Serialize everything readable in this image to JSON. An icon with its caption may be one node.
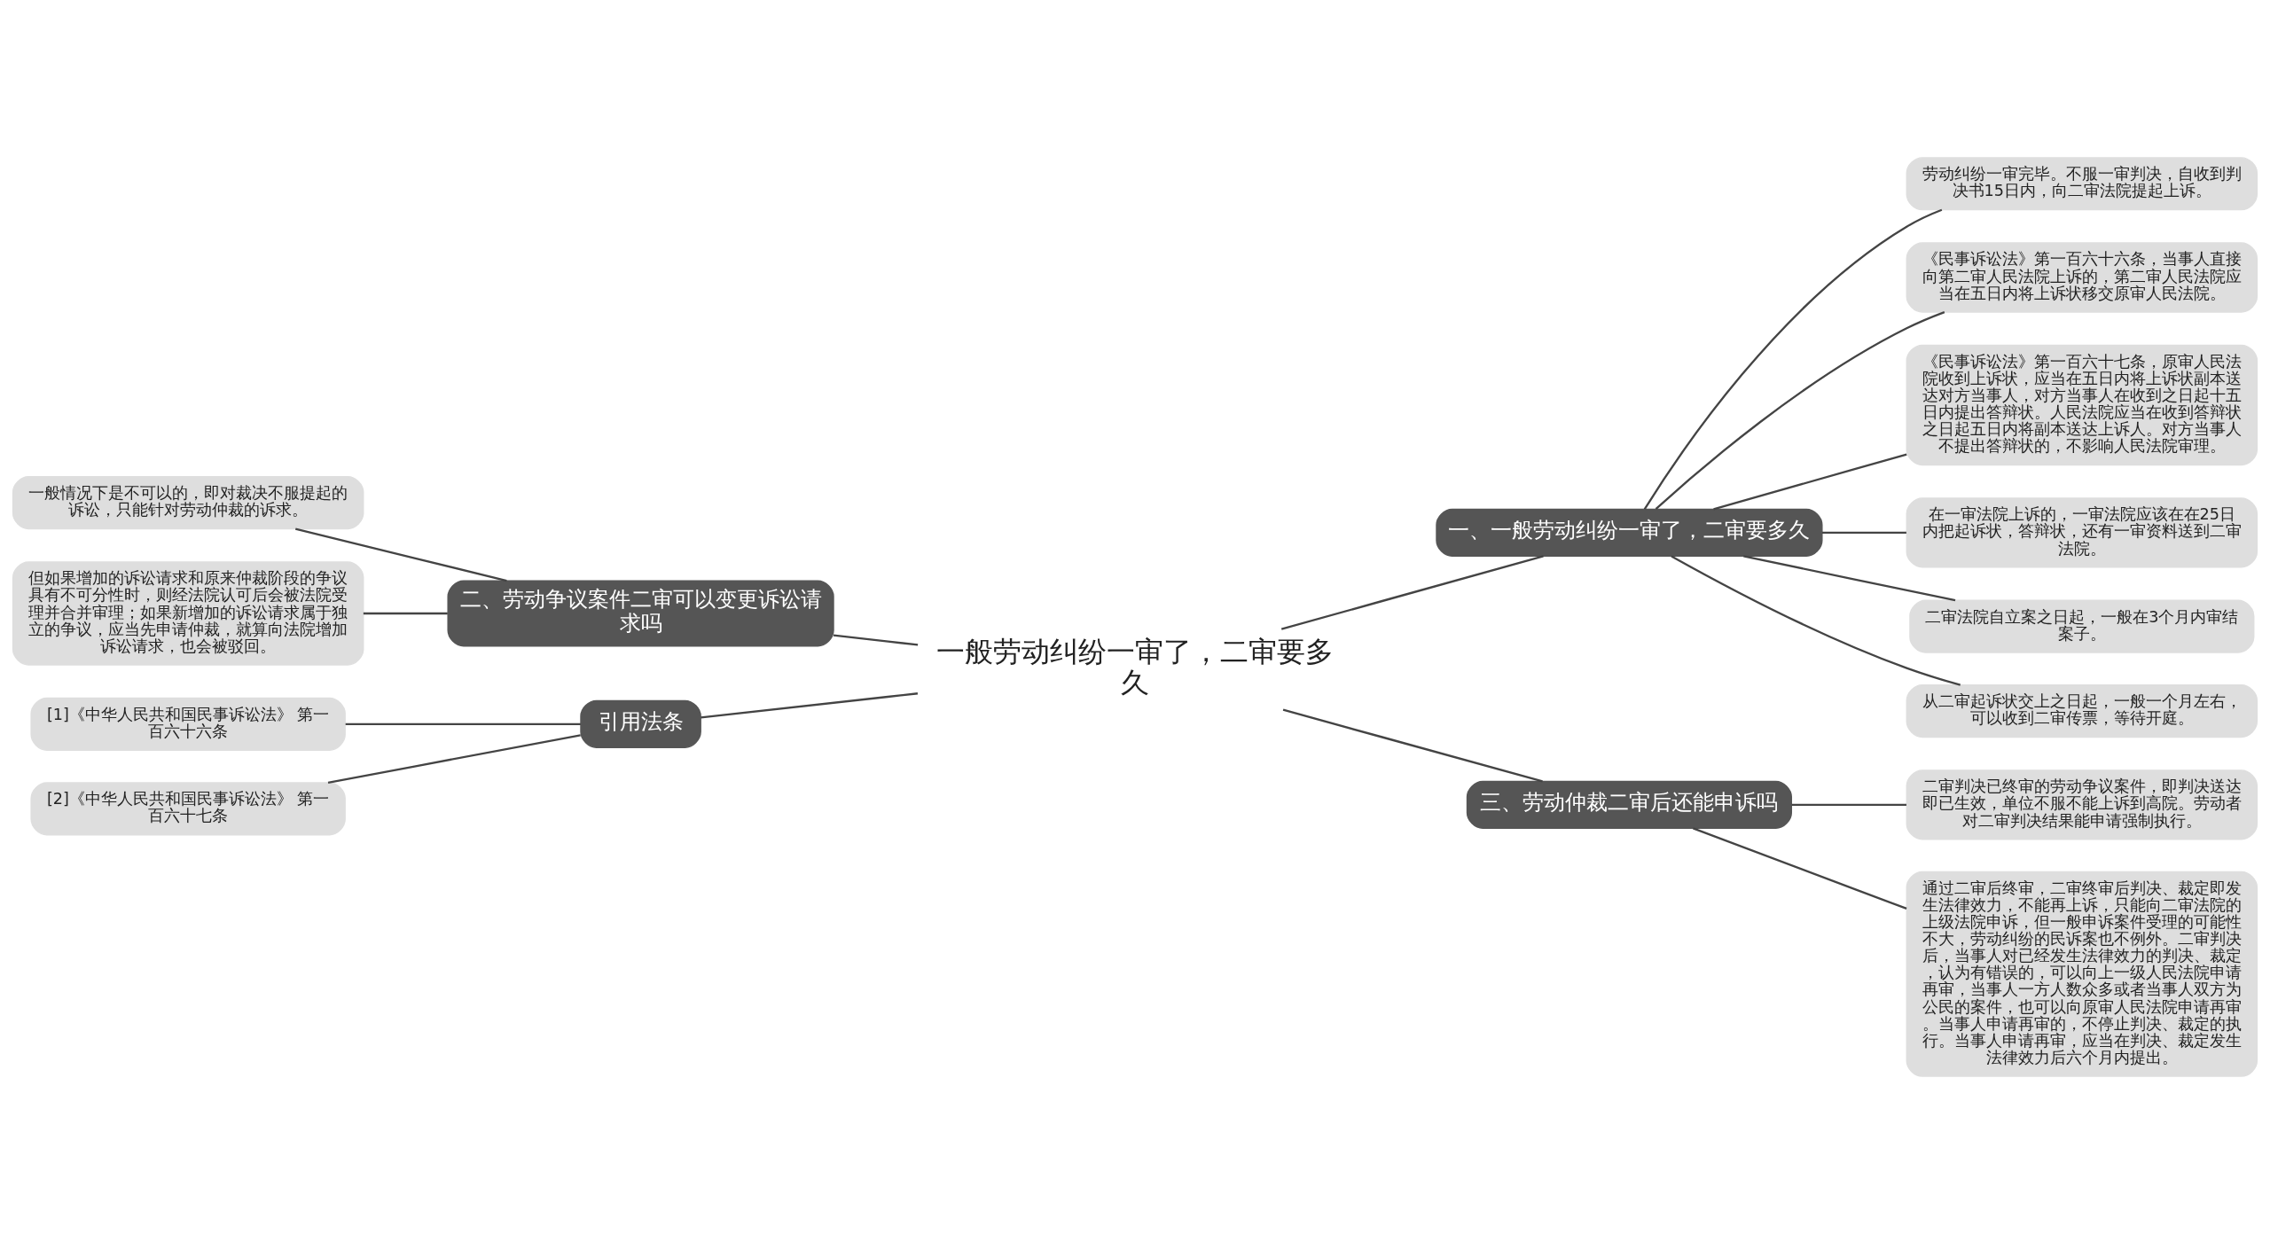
{
  "diagram": {
    "nodes": [
      {
        "text": [
          "一般劳动纠纷一审了，二审要多久"
        ]
      },
      {
        "text": [
          "一、一般劳动纠纷一审了，二审要多久"
        ]
      },
      {
        "text": [
          "劳动纠纷一审完毕。不服一审判决，自收到判决书15日内，向二审法院提起上诉。"
        ]
      },
      {
        "text": [
          "《民事诉讼法》第一百六十六条，当事人直接向第二审人民法院上诉的，第二审人民法院应当在五日内将上诉状移交原审人民法院。"
        ]
      },
      {
        "text": [
          "《民事诉讼法》第一百六十七条，原审人民法院收到上诉状，应当在五日内将上诉状副本送达对方当事人，对方当事人在收到之日起十五日内提出答辩状。人民法院应当在收到答辩状之日起五日内将副本送达上诉人。对方当事人不提出答辩状的，不影响人民法院审理。"
        ]
      },
      {
        "text": [
          "在一审法院上诉的，一审法院应该在在25日内把起诉状，答辩状，还有一审资料送到二审法院。"
        ]
      },
      {
        "text": [
          "二审法院自立案之日起，一般在3个月内审结案子。"
        ]
      },
      {
        "text": [
          "从二审起诉状交上之日起，一般一个月左右，可以收到二审传票，等待开庭。"
        ]
      },
      {
        "text": [
          "二、劳动争议案件二审可以变更诉讼请求吗"
        ]
      },
      {
        "text": [
          "一般情况下是不可以的，即对裁决不服提起的诉讼，只能针对劳动仲裁的诉求。"
        ]
      },
      {
        "text": [
          "但如果增加的诉讼请求和原来仲裁阶段的争议具有不可分性时，则经法院认可后会被法院受理并合并审理；如果新增加的诉讼请求属于独立的争议，应当先申请仲裁，就算向法院增加诉讼请求，也会被驳回。"
        ]
      },
      {
        "text": [
          "引用法条"
        ]
      },
      {
        "text": [
          "[1]《中华人民共和国民事诉讼法》 第一百六十六条"
        ]
      },
      {
        "text": [
          "[2]《中华人民共和国民事诉讼法》 第一百六十七条"
        ]
      },
      {
        "text": [
          "三、劳动仲裁二审后还能申诉吗"
        ]
      },
      {
        "text": [
          "二审判决已终审的劳动争议案件，即判决送达即已生效，单位不服不能上诉到高院。劳动者对二审判决结果能申请强制执行。"
        ]
      },
      {
        "text": [
          "通过二审后终审，二审终审后判决、裁定即发生法律效力，不能再上诉，只能向二审法院的上级法院申诉，但一般申诉案件受理的可能性不大，劳动纠纷的民诉案也不例外。二审判决后，当事人对已经发生法律效力的判决、裁定，认为有错误的，可以向上一级人民法院申请再审，当事人一方人数众多或者当事人双方为公民的案件，也可以向原审人民法院申请再审。当事人申请再审的，不停止判决、裁定的执行。当事人申请再审，应当在判决、裁定发生法律效力后六个月内提出。"
        ]
      }
    ],
    "edges": [
      {
        "from": 0,
        "to": 1,
        "arrow": "none"
      },
      {
        "from": 1,
        "to": 2,
        "arrow": "none"
      },
      {
        "from": 1,
        "to": 3,
        "arrow": "none"
      },
      {
        "from": 1,
        "to": 4,
        "arrow": "none"
      },
      {
        "from": 1,
        "to": 5,
        "arrow": "none"
      },
      {
        "from": 1,
        "to": 6,
        "arrow": "none"
      },
      {
        "from": 1,
        "to": 7,
        "arrow": "none"
      },
      {
        "from": 8,
        "to": 0,
        "arrow": "none"
      },
      {
        "from": 9,
        "to": 8,
        "arrow": "none"
      },
      {
        "from": 10,
        "to": 8,
        "arrow": "none"
      },
      {
        "from": 11,
        "to": 0,
        "arrow": "none"
      },
      {
        "from": 12,
        "to": 11,
        "arrow": "none"
      },
      {
        "from": 13,
        "to": 11,
        "arrow": "none"
      },
      {
        "from": 0,
        "to": 14,
        "arrow": "none"
      },
      {
        "from": 14,
        "to": 15,
        "arrow": "none"
      },
      {
        "from": 14,
        "to": 16,
        "arrow": "none"
      }
    ]
  }
}
